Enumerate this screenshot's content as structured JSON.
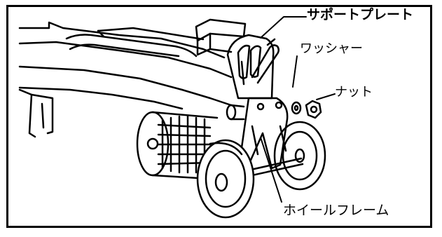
{
  "labels": {
    "support_plate": "サポートプレート",
    "washer": "ワッシャー",
    "nut": "ナット",
    "wheel_frame": "ホイールフレーム"
  },
  "colors": {
    "line": "#000000",
    "background": "#ffffff"
  }
}
